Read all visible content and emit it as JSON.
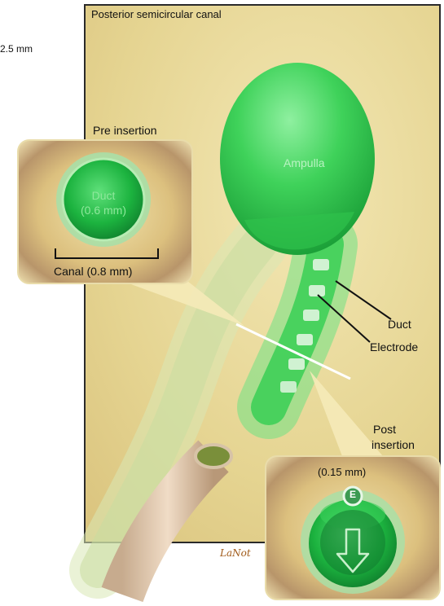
{
  "labels": {
    "scale": "2.5 mm",
    "title": "Posterior semicircular canal",
    "pre_insertion": "Pre insertion",
    "duct_inset": "Duct",
    "duct_inset_size": "(0.6 mm)",
    "canal_inset": "Canal (0.8 mm)",
    "ampulla": "Ampulla",
    "duct": "Duct",
    "electrode": "Electrode",
    "post_insertion_1": "Post",
    "post_insertion_2": "insertion",
    "post_size": "(0.15 mm)",
    "electrode_marker": "E",
    "signature": "LaNot"
  },
  "colors": {
    "background": "#ffffff",
    "tissue": "#e8d99a",
    "tissue_dark": "#b28a5a",
    "canal_green": "#2fd24f",
    "duct_green": "#1fae3a",
    "electrode_pale": "#cdeccd",
    "frame_border": "#2a2a2a",
    "cut_line": "#ffffff"
  },
  "icons": {
    "down_arrow": "arrow-down-icon",
    "marker": "electrode-marker-icon"
  }
}
